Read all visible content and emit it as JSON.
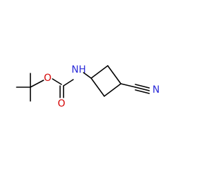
{
  "molecule": {
    "atoms": [
      {
        "id": "O_ester",
        "label": "O",
        "color": "#d40000"
      },
      {
        "id": "O_carbonyl",
        "label": "O",
        "color": "#d40000"
      },
      {
        "id": "N_amide",
        "label": "NH",
        "color": "#2b2bd9"
      },
      {
        "id": "N_nitrile",
        "label": "N",
        "color": "#2b2bd9"
      }
    ],
    "colors": {
      "carbon_bond": "#000000",
      "oxygen": "#d40000",
      "nitrogen": "#2b2bd9",
      "background": "#ffffff"
    }
  }
}
